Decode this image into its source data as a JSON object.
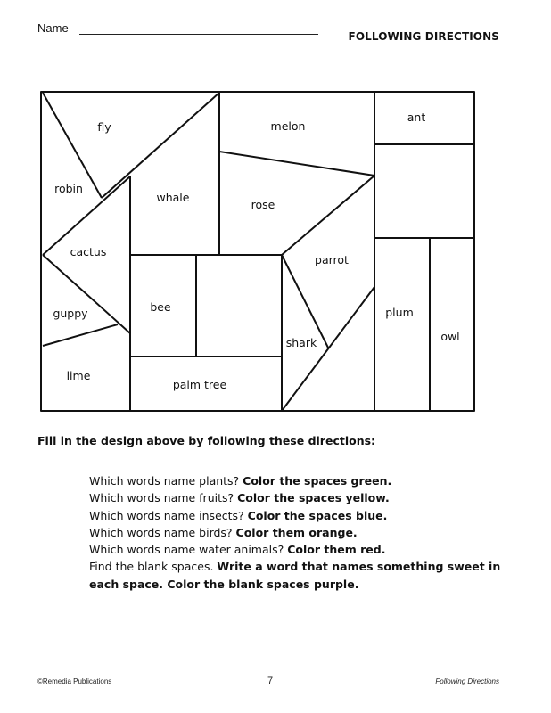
{
  "header": {
    "name_label": "Name",
    "title": "FOLLOWING DIRECTIONS"
  },
  "design": {
    "words": {
      "fly": "fly",
      "melon": "melon",
      "ant": "ant",
      "robin": "robin",
      "whale": "whale",
      "rose": "rose",
      "cactus": "cactus",
      "parrot": "parrot",
      "guppy": "guppy",
      "bee": "bee",
      "plum": "plum",
      "owl": "owl",
      "shark": "shark",
      "lime": "lime",
      "palm_tree": "palm tree"
    }
  },
  "instructions": {
    "heading": "Fill in the design above by following these directions:",
    "items": [
      {
        "question": "Which words name plants? ",
        "action": "Color the spaces green."
      },
      {
        "question": "Which words name fruits? ",
        "action": "Color the spaces yellow."
      },
      {
        "question": "Which words name insects? ",
        "action": "Color the spaces blue."
      },
      {
        "question": "Which words name birds? ",
        "action": "Color them orange."
      },
      {
        "question": "Which words name water animals? ",
        "action": "Color them red."
      },
      {
        "question": "Find the blank spaces. ",
        "action": "Write a word that names something sweet in each space. Color the blank spaces purple."
      }
    ]
  },
  "footer": {
    "publisher": "©Remedia Publications",
    "page_number": "7",
    "book_title": "Following Directions"
  }
}
